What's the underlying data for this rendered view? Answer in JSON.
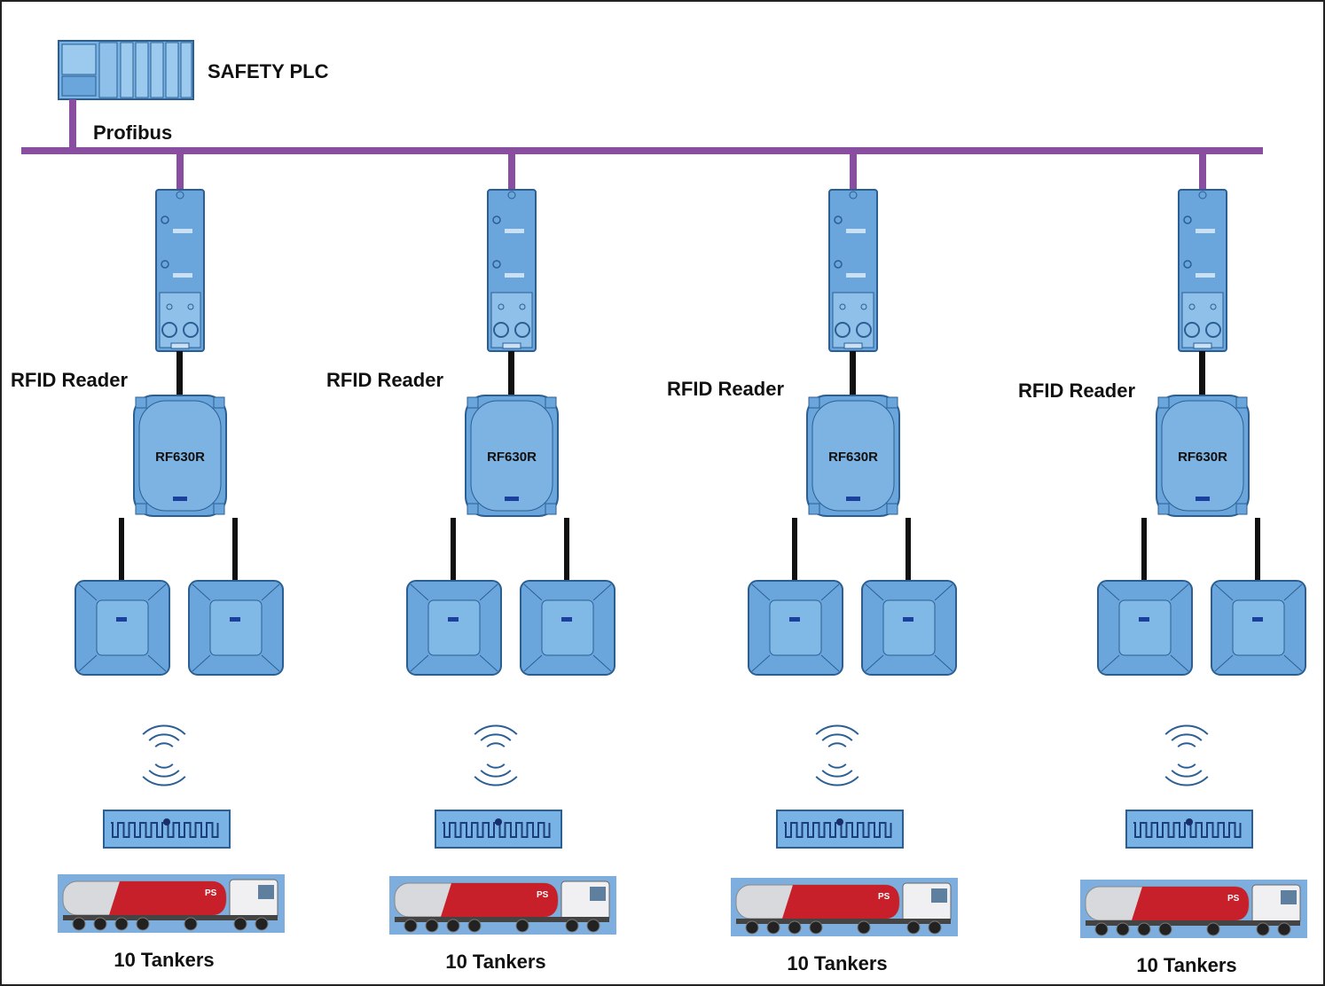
{
  "plc": {
    "label": "SAFETY PLC"
  },
  "bus": {
    "label": "Profibus",
    "color": "#8a4ea0"
  },
  "colors": {
    "device_fill": "#6aa6dc",
    "device_fill_light": "#8fc0ea",
    "device_stroke": "#2b5f93",
    "cable": "#111111",
    "indicator": "#1a3f9c",
    "tag_fill": "#79b3e6",
    "tanker_tank_red": "#c8202b",
    "tanker_tank_silver": "#d7d9dc",
    "tanker_bg": "#7eaede"
  },
  "readers": [
    {
      "label": "RFID Reader",
      "model": "RF630R",
      "tankers_label": "10 Tankers"
    },
    {
      "label": "RFID Reader",
      "model": "RF630R",
      "tankers_label": "10 Tankers"
    },
    {
      "label": "RFID Reader",
      "model": "RF630R",
      "tankers_label": "10 Tankers"
    },
    {
      "label": "RFID Reader",
      "model": "RF630R",
      "tankers_label": "10 Tankers"
    }
  ],
  "tanker": {
    "tank_text": "PS"
  }
}
